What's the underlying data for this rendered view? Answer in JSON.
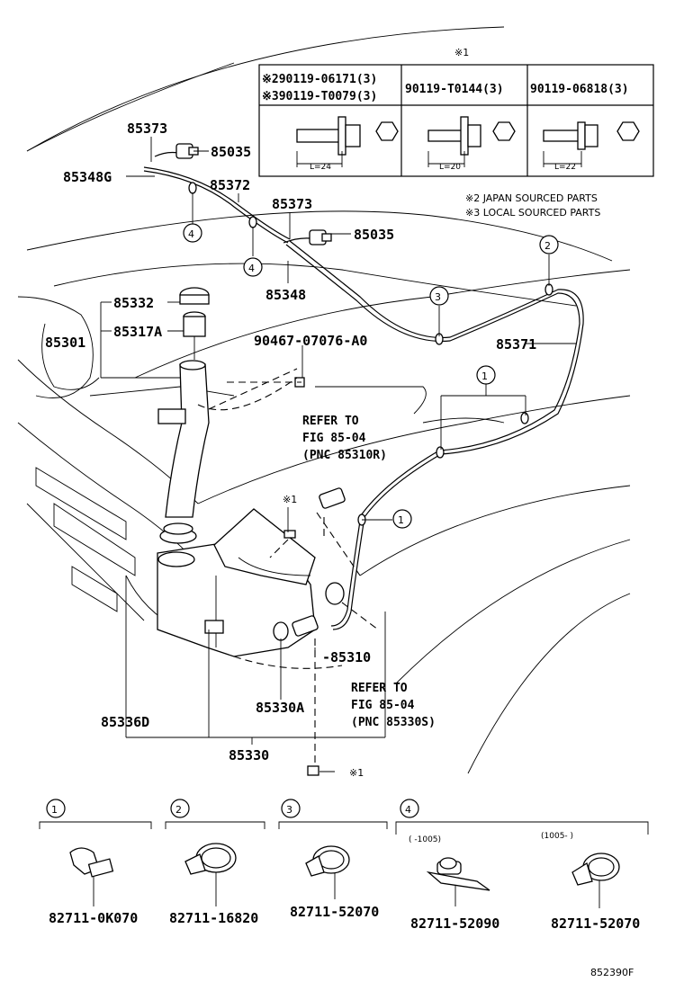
{
  "table": {
    "note_header": "※1",
    "col1_line1": "※290119-06171(3)",
    "col1_line2": "※390119-T0079(3)",
    "col2": "90119-T0144(3)",
    "col3": "90119-06818(3)",
    "len1": "L=24",
    "len2": "L=20",
    "len3": "L=22"
  },
  "notes": {
    "japan": "※2 JAPAN SOURCED PARTS",
    "local": "※3 LOCAL SOURCED PARTS"
  },
  "parts": {
    "p85373_a": "85373",
    "p85035_a": "85035",
    "p85348g": "85348G",
    "p85372": "85372",
    "p85373_b": "85373",
    "p85035_b": "85035",
    "p85348": "85348",
    "p85332": "85332",
    "p85317a": "85317A",
    "p85301": "85301",
    "p90467": "90467-07076-A0",
    "p85371": "85371",
    "p85310": "-85310",
    "p85330a": "85330A",
    "p85336d": "85336D",
    "p85330": "85330",
    "note1_a": "※1",
    "note1_b": "※1"
  },
  "refs": {
    "ref1_line1": "REFER TO",
    "ref1_line2": "FIG 85-04",
    "ref1_line3": "(PNC 85310R)",
    "ref2_line1": "REFER TO",
    "ref2_line2": "FIG 85-04",
    "ref2_line3": "(PNC 85330S)"
  },
  "callouts": {
    "c1": "1",
    "c2": "2",
    "c3": "3",
    "c4": "4"
  },
  "clips": {
    "clip1": "82711-0K070",
    "clip2": "82711-16820",
    "clip3": "82711-52070",
    "clip4a": "82711-52090",
    "clip4b": "82711-52070",
    "range_a": "(    -1005)",
    "range_b": "(1005-    )"
  },
  "figure_id": "852390F"
}
